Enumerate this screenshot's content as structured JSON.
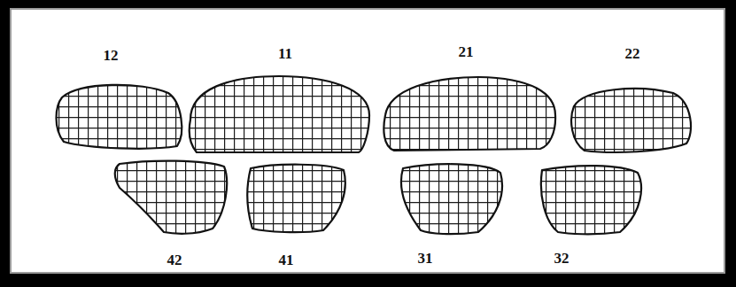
{
  "diagram": {
    "labels": [
      "12",
      "11",
      "21",
      "22",
      "42",
      "41",
      "31",
      "32"
    ]
  }
}
